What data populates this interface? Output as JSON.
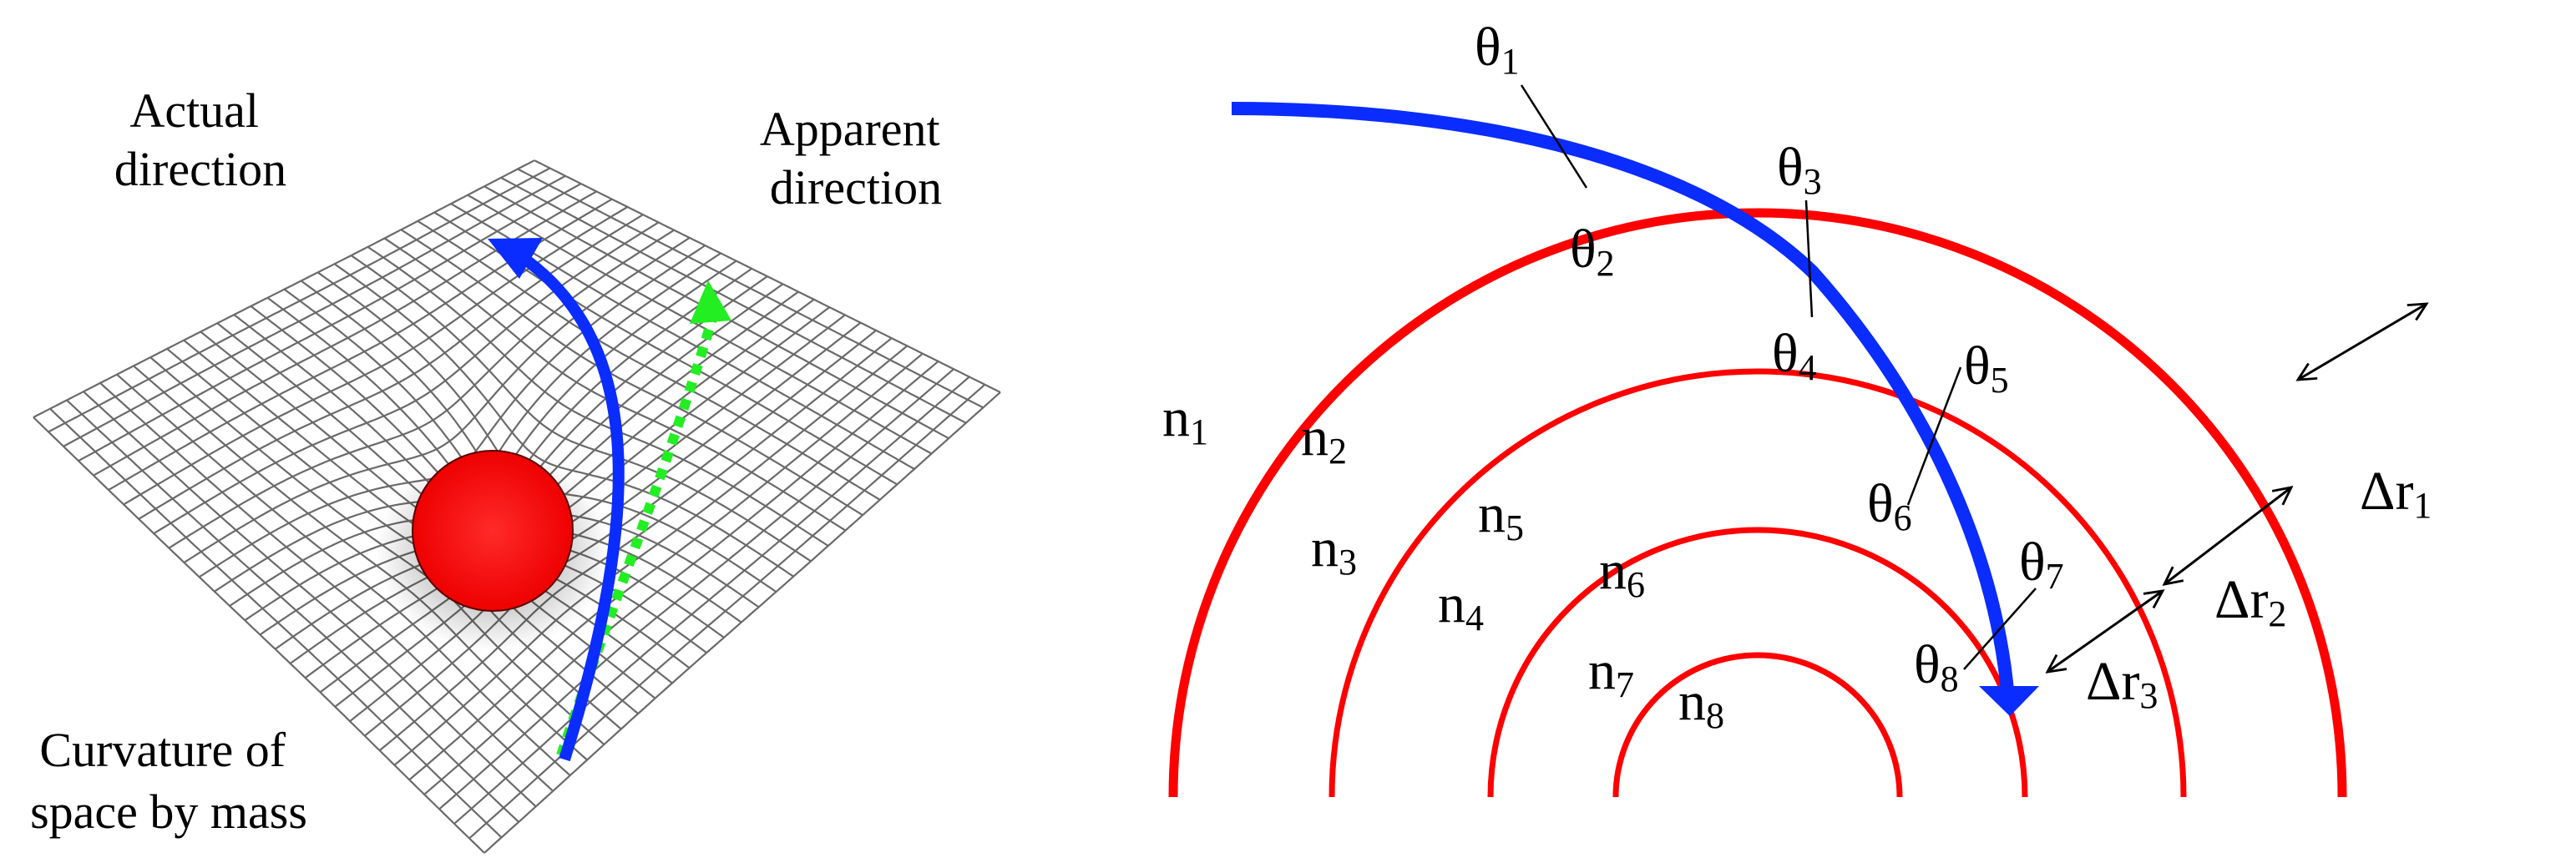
{
  "left_panel": {
    "actual_direction_line1": "Actual",
    "actual_direction_line2": "direction",
    "apparent_direction_line1": "Apparent",
    "apparent_direction_line2": "direction",
    "curvature_line1": "Curvature of",
    "curvature_line2": "space by mass"
  },
  "right_panel": {
    "angles": [
      {
        "sym": "θ",
        "sub": "1"
      },
      {
        "sym": "θ",
        "sub": "2"
      },
      {
        "sym": "θ",
        "sub": "3"
      },
      {
        "sym": "θ",
        "sub": "4"
      },
      {
        "sym": "θ",
        "sub": "5"
      },
      {
        "sym": "θ",
        "sub": "6"
      },
      {
        "sym": "θ",
        "sub": "7"
      },
      {
        "sym": "θ",
        "sub": "8"
      }
    ],
    "indices": [
      {
        "sym": "n",
        "sub": "1"
      },
      {
        "sym": "n",
        "sub": "2"
      },
      {
        "sym": "n",
        "sub": "3"
      },
      {
        "sym": "n",
        "sub": "4"
      },
      {
        "sym": "n",
        "sub": "5"
      },
      {
        "sym": "n",
        "sub": "6"
      },
      {
        "sym": "n",
        "sub": "7"
      },
      {
        "sym": "n",
        "sub": "8"
      }
    ],
    "spacings": [
      {
        "sym": "Δr",
        "sub": "1"
      },
      {
        "sym": "Δr",
        "sub": "2"
      },
      {
        "sym": "Δr",
        "sub": "3"
      }
    ]
  },
  "colors": {
    "ring": "#ff0000",
    "mass": "#ff0000",
    "actual_path": "#0a2cff",
    "apparent_path": "#22ee22",
    "grid": "#6a6a6a"
  }
}
